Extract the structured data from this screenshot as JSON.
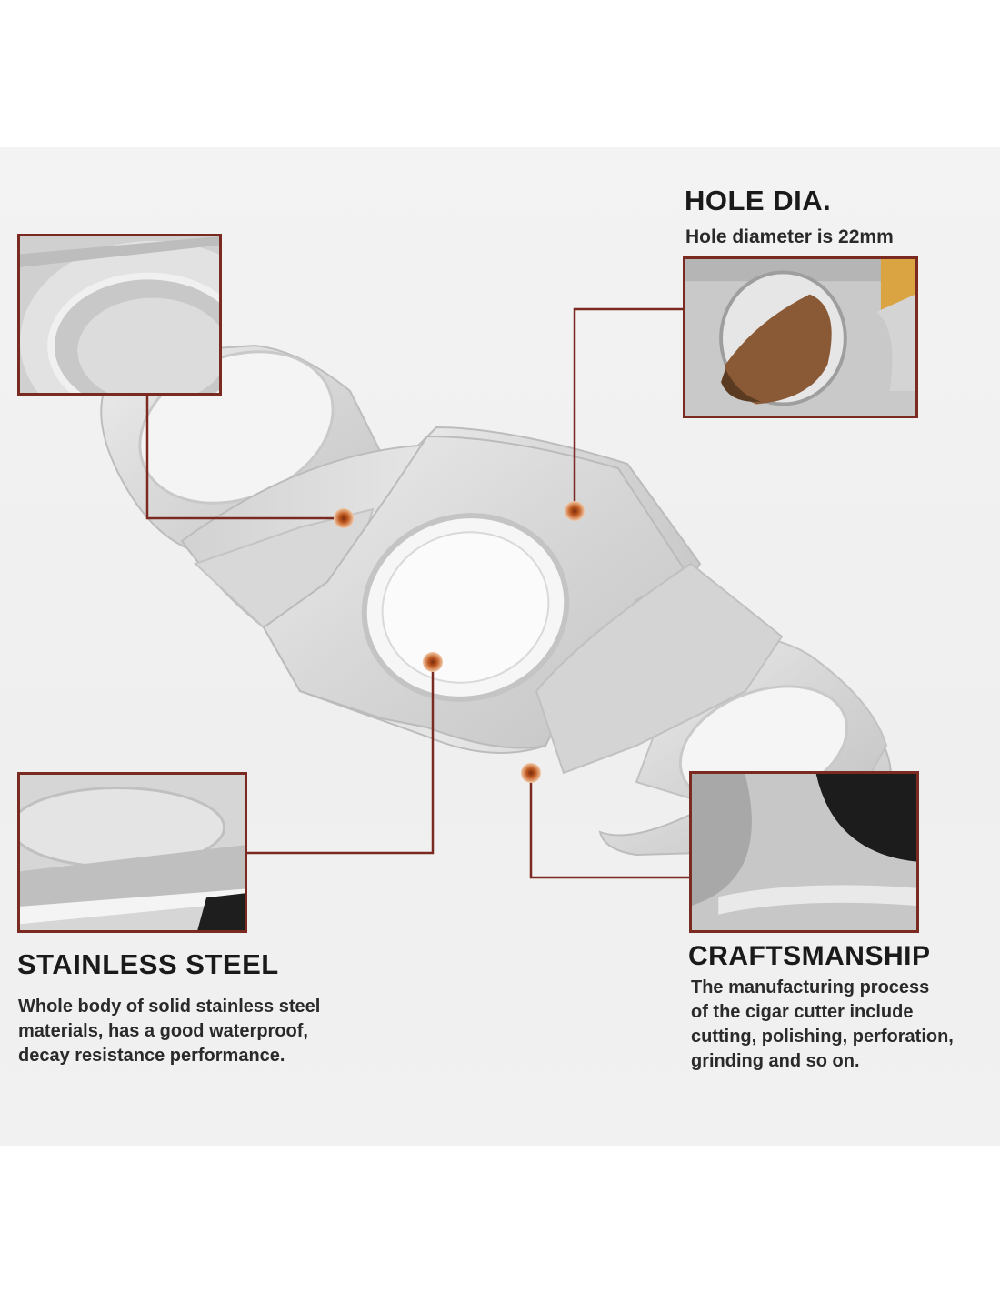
{
  "colors": {
    "callout_line": "#7a2a20",
    "dot": "#b4561c",
    "panel_bg": "#f0f0f0",
    "steel_light": "#e4e4e4",
    "steel_dark": "#b8b8b8"
  },
  "features": {
    "hole_dia": {
      "title": "HOLE DIA.",
      "desc": [
        "Hole diameter is 22mm"
      ]
    },
    "stainless_steel": {
      "title": "STAINLESS STEEL",
      "desc": [
        "Whole body of solid stainless steel",
        "materials, has a good waterproof,",
        "decay resistance performance."
      ]
    },
    "craftsmanship": {
      "title": "CRAFTSMANSHIP",
      "desc": [
        "The manufacturing process",
        "of the cigar cutter include",
        "cutting, polishing, perforation,",
        "grinding and so on."
      ]
    }
  },
  "icons": {
    "product": "cigar-cutter-icon",
    "hole_closeup": "blade-ring-closeup-icon",
    "cigar_closeup": "cigar-in-hole-icon",
    "edge_closeup": "steel-edge-closeup-icon",
    "corner_closeup": "polished-corner-closeup-icon"
  }
}
